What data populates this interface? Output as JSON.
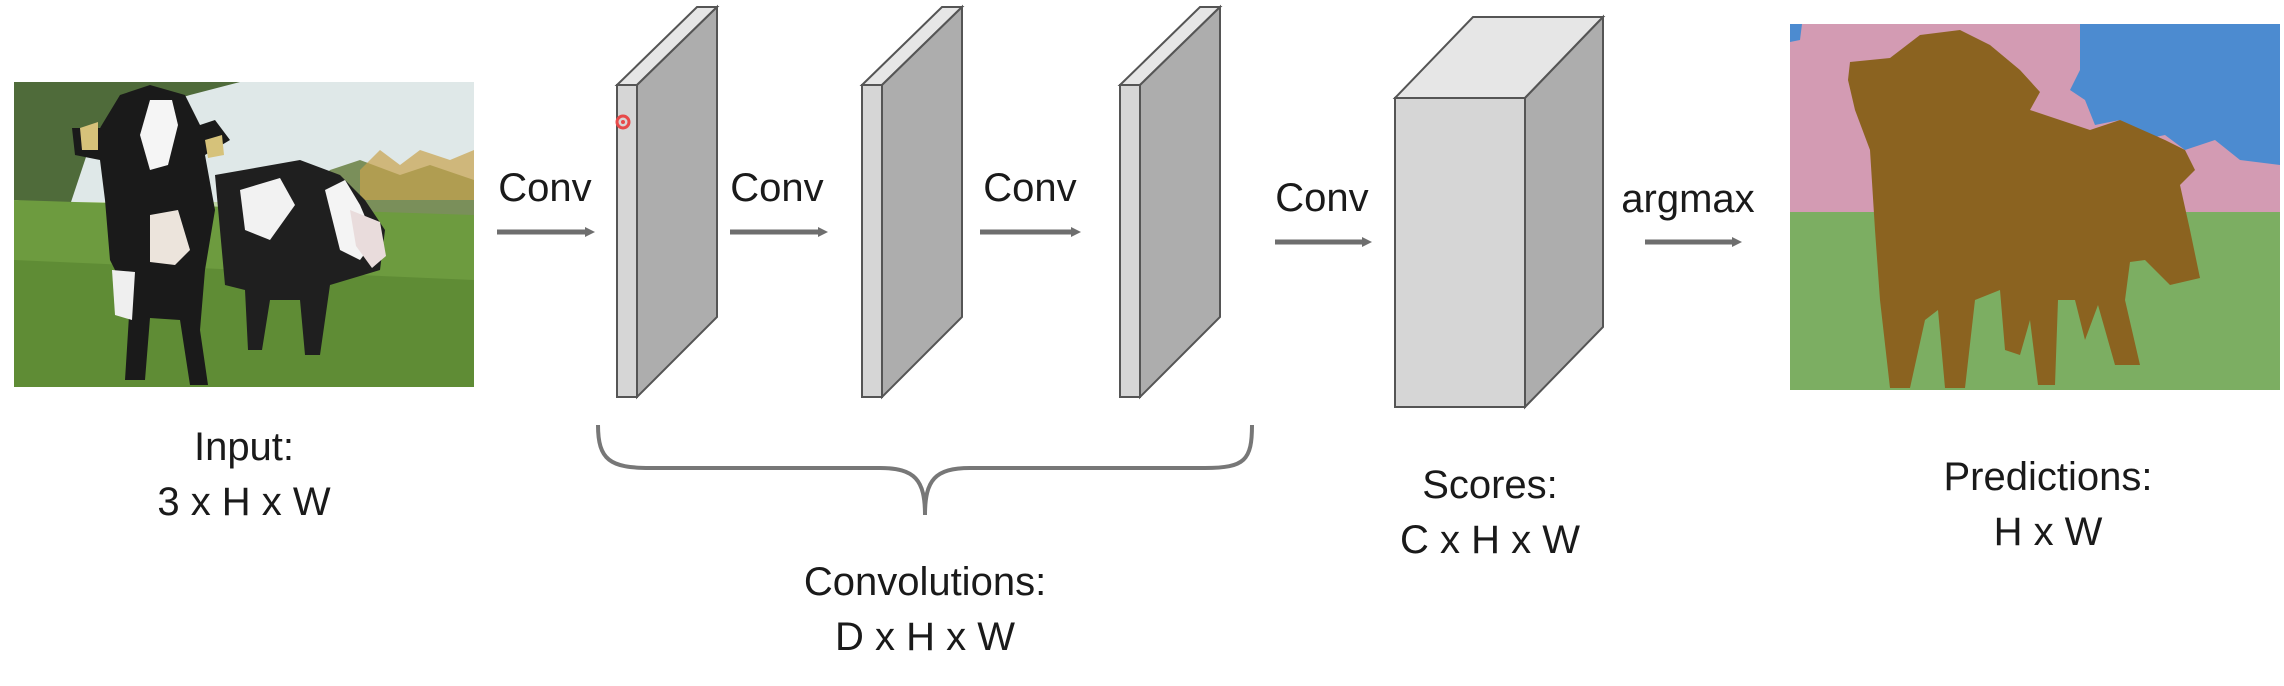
{
  "input": {
    "title": "Input:",
    "dims": "3 x H x W"
  },
  "ops": {
    "conv1": "Conv",
    "conv2": "Conv",
    "conv3": "Conv",
    "conv4": "Conv",
    "argmax": "argmax"
  },
  "convolutions": {
    "title": "Convolutions:",
    "dims": "D x H x W"
  },
  "scores": {
    "title": "Scores:",
    "dims": "C x H x W"
  },
  "predictions": {
    "title": "Predictions:",
    "dims": "H x W"
  },
  "colors": {
    "grass": "#7cae62",
    "sky_pink": "#d39bb3",
    "sky_blue": "#4c8bd0",
    "cow_mask": "#8b6320",
    "block_front": "#d6d6d6",
    "block_side": "#adadad",
    "block_top": "#e6e6e6",
    "arrow": "#6e6e6e",
    "annotation": "#e84a4a"
  }
}
